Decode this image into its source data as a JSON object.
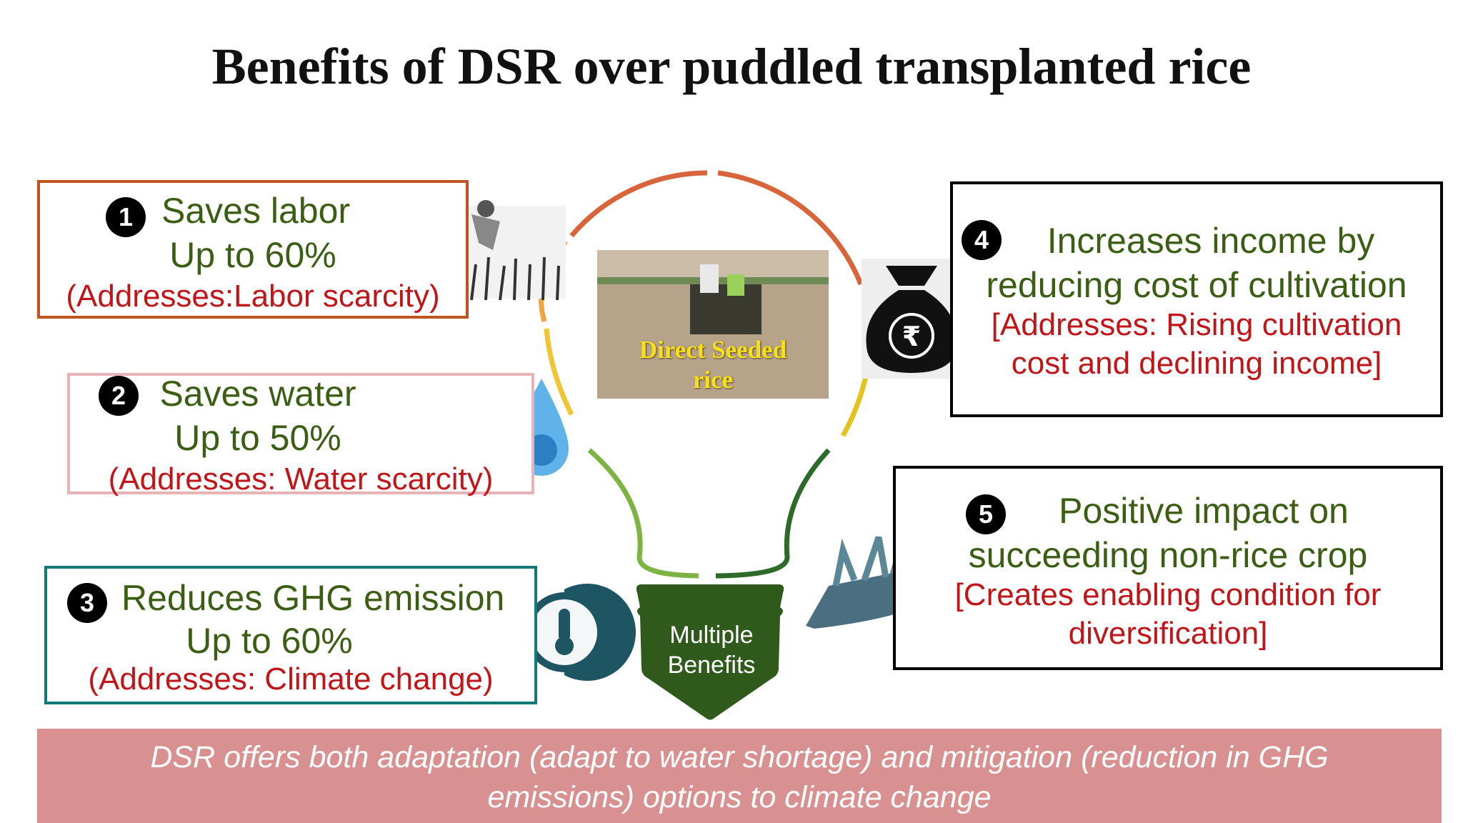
{
  "title": "Benefits of DSR over puddled transplanted rice",
  "benefits": [
    {
      "num": "1",
      "lines": [
        "Saves labor",
        "Up to 60%"
      ],
      "addresses": "(Addresses:Labor scarcity)",
      "border": "#c0531e"
    },
    {
      "num": "2",
      "lines": [
        "Saves water",
        "Up to 50%"
      ],
      "addresses": "(Addresses: Water scarcity)",
      "border": "#e6b3b6"
    },
    {
      "num": "3",
      "lines": [
        "Reduces GHG emission",
        "Up to 60%"
      ],
      "addresses": "(Addresses: Climate change)",
      "border": "#117a79"
    },
    {
      "num": "4",
      "lines": [
        "Increases income by",
        "reducing cost of cultivation"
      ],
      "addresses": [
        "[Addresses: Rising cultivation",
        "cost and declining income]"
      ],
      "border": "#000000"
    },
    {
      "num": "5",
      "lines": [
        "Positive impact on",
        "succeeding non-rice crop"
      ],
      "addresses": [
        "[Creates enabling condition for",
        "diversification]"
      ],
      "border": "#000000"
    }
  ],
  "center": {
    "photo_caption": [
      "Direct Seeded",
      "rice"
    ],
    "base_label": [
      "Multiple",
      "Benefits"
    ]
  },
  "footer": [
    "DSR offers both adaptation (adapt to water shortage) and mitigation (reduction in GHG",
    "emissions) options to climate change"
  ],
  "icons": [
    "farmer-transplanting-icon",
    "water-drop-globe-icon",
    "thermometer-pin-icon",
    "rupee-money-bag-icon",
    "seedlings-soil-icon"
  ],
  "colors": {
    "green_text": "#3b5e14",
    "red_text": "#c0161a",
    "footer_bg": "#d89190",
    "bulb_base": "#2f5a1c"
  }
}
